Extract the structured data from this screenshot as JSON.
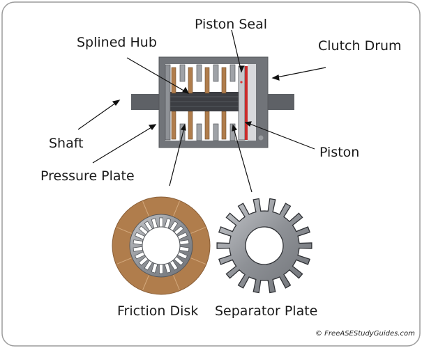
{
  "labels": {
    "piston_seal": "Piston Seal",
    "splined_hub": "Splined Hub",
    "clutch_drum": "Clutch Drum",
    "shaft": "Shaft",
    "piston": "Piston",
    "pressure_plate": "Pressure Plate",
    "friction_disk": "Friction Disk",
    "separator_plate": "Separator Plate"
  },
  "credit": "© FreeASEStudyGuides.com",
  "colors": {
    "housing": "#6f7278",
    "shaft": "#5d6065",
    "friction_material": "#b07d4c",
    "steel": "#9a9da3",
    "piston_face": "#cc2b2b",
    "hub_dark": "#3b3d42"
  }
}
